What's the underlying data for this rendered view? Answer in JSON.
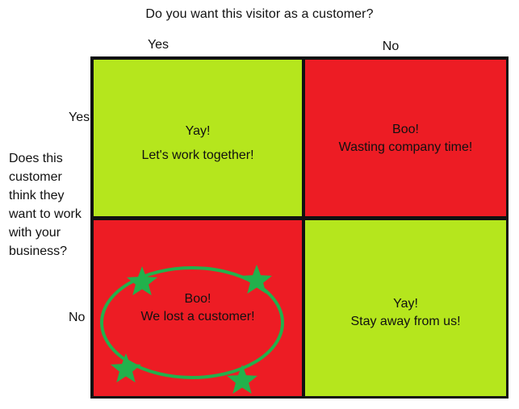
{
  "top_question": "Do you want this visitor as a customer?",
  "columns": {
    "yes": "Yes",
    "no": "No"
  },
  "rows": {
    "yes": "Yes",
    "no": "No"
  },
  "side_question": "Does this customer think they want to work with your business?",
  "cells": {
    "top_left": {
      "line1": "Yay!",
      "line2": "Let's work together!"
    },
    "top_right": {
      "line1": "Boo!",
      "line2": "Wasting company time!"
    },
    "bottom_left": {
      "line1": "Boo!",
      "line2": "We lost a customer!"
    },
    "bottom_right": {
      "line1": "Yay!",
      "line2": "Stay away from us!"
    }
  },
  "colors": {
    "positive": "#b5e61d",
    "negative": "#ed1c24",
    "highlight_ring": "#22b14c",
    "grid_lines": "#111111"
  },
  "decoration": {
    "ring_icon": "star-icon",
    "star_count": 4
  }
}
